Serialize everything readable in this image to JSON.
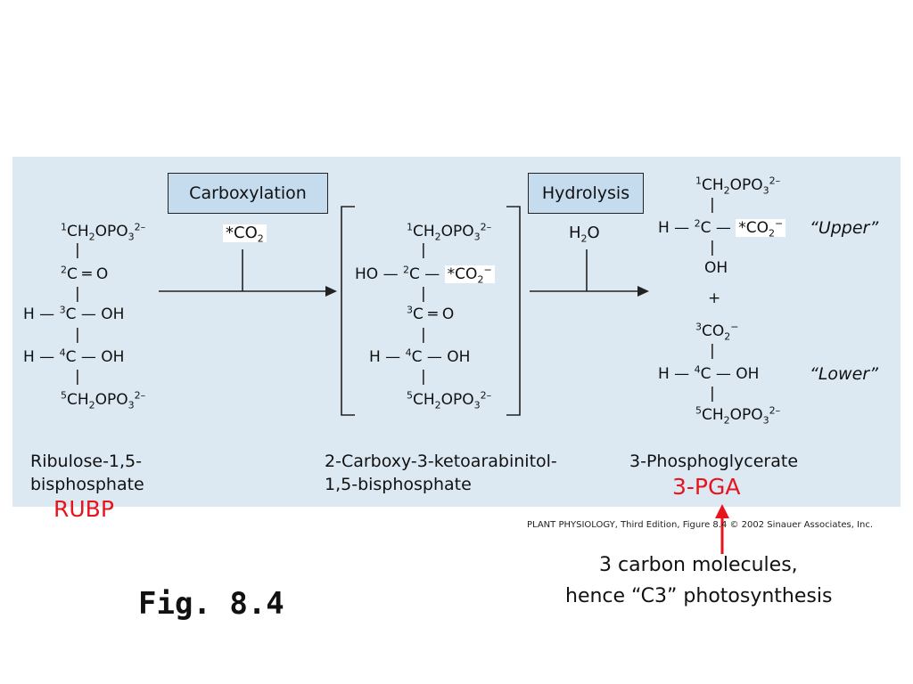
{
  "steps": {
    "carboxylation": "Carboxylation",
    "co2": "*CO",
    "hydrolysis": "Hydrolysis",
    "h2o": "H",
    "h2o_tail": "O"
  },
  "chem": {
    "sub2": "2",
    "sub3": "3",
    "sup1": "1",
    "sup2": "2",
    "sup3": "3",
    "sup4": "4",
    "sup5": "5",
    "charge2": "2–",
    "minus": "−",
    "ch2opo": "CH",
    "opo": "OPO",
    "c": "C",
    "o": "O",
    "co2star": "*CO",
    "co2": "CO",
    "h_dash": "H —",
    "ho_dash": "HO —",
    "dash_oh": "— OH",
    "dash": "—",
    "dbl": "═ O",
    "vbar": "|",
    "oh": "OH",
    "plus": "+"
  },
  "labels": {
    "upper": "“Upper”",
    "lower": "“Lower”",
    "rubp_name_1": "Ribulose-1,5-",
    "rubp_name_2": "bisphosphate",
    "inter_name_1": "2-Carboxy-3-ketoarabinitol-",
    "inter_name_2": "1,5-bisphosphate",
    "pga_name": "3-Phosphoglycerate",
    "rubp_short": "RUBP",
    "pga_short": "3-PGA"
  },
  "credit": "PLANT PHYSIOLOGY, Third Edition, Figure 8.4 © 2002 Sinauer Associates, Inc.",
  "annotation": {
    "line1": "3 carbon molecules,",
    "line2": "hence “C3” photosynthesis"
  },
  "figure_label": "Fig. 8.4",
  "colors": {
    "panel": "#dce9f3",
    "box": "#c5dcef",
    "accent_red": "#e8141c"
  }
}
